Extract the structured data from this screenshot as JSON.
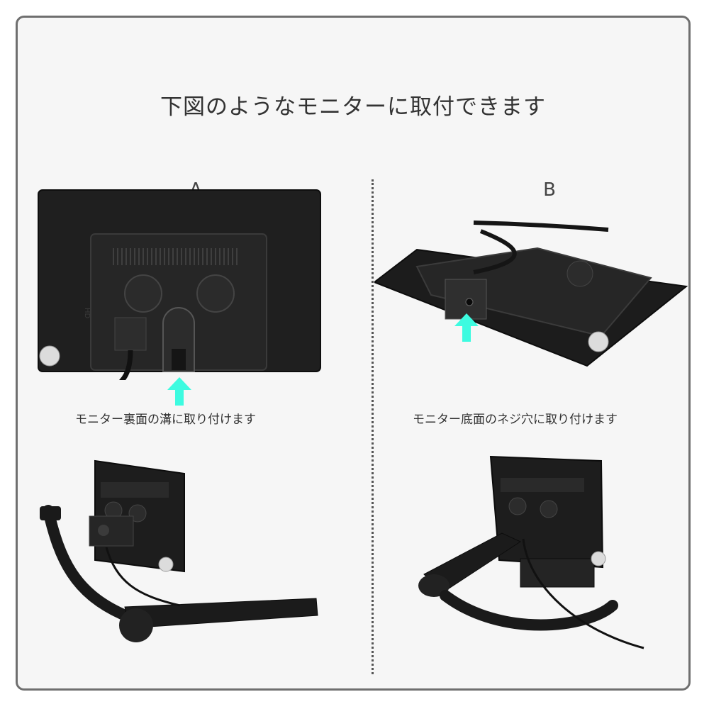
{
  "title": "下図のようなモニターに取付できます",
  "sections": [
    {
      "label": "A",
      "caption": "モニター裏面の溝に取り付けます"
    },
    {
      "label": "B",
      "caption": "モニター底面のネジ穴に取り付けます"
    }
  ],
  "colors": {
    "arrow": "#3dfbe0",
    "frame": "#6f6f6f",
    "background": "#f6f6f6"
  },
  "monitor_markings": {
    "hd": "HD"
  }
}
